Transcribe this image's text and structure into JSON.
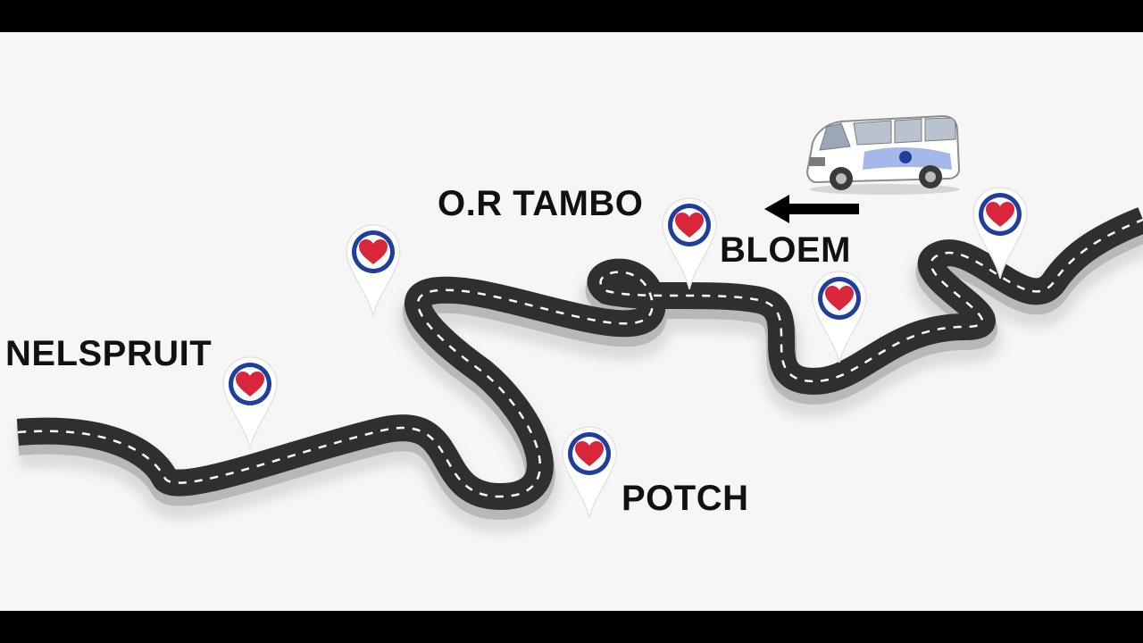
{
  "bars": {
    "top": "#000000",
    "bottom": "#000000"
  },
  "colors": {
    "background": "#f6f6f6",
    "road": "#2f2f2f",
    "road_edge": "#b8b8b8",
    "lane_dash": "#ffffff",
    "pin_ring": "#1f3f9a",
    "pin_heart": "#d9263a",
    "text": "#111111"
  },
  "places": {
    "or_tambo": "O.R TAMBO",
    "bloem": "BLOEM",
    "nelspruit": "NELSPRUIT",
    "potch": "POTCH"
  },
  "icons": {
    "pin": "heart-location-pin-icon",
    "van": "minibus-van-icon",
    "arrow": "left-arrow-icon"
  }
}
